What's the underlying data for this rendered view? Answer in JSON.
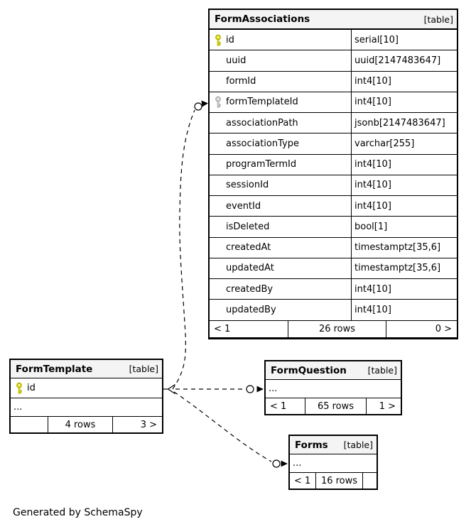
{
  "credit": "Generated by SchemaSpy",
  "colors": {
    "header_bg": "#f4f4f4",
    "border": "#000000",
    "primary_key": "#e3e300",
    "foreign_key": "#d2d2d2"
  },
  "tables": [
    {
      "name": "FormAssociations",
      "type_label": "[table]",
      "columns": [
        {
          "name": "id",
          "type": "serial[10]",
          "icon": "primary-key-icon"
        },
        {
          "name": "uuid",
          "type": "uuid[2147483647]",
          "icon": "blank"
        },
        {
          "name": "formId",
          "type": "int4[10]",
          "icon": "blank"
        },
        {
          "name": "formTemplateId",
          "type": "int4[10]",
          "icon": "foreign-key-icon"
        },
        {
          "name": "associationPath",
          "type": "jsonb[2147483647]",
          "icon": "blank"
        },
        {
          "name": "associationType",
          "type": "varchar[255]",
          "icon": "blank"
        },
        {
          "name": "programTermId",
          "type": "int4[10]",
          "icon": "blank"
        },
        {
          "name": "sessionId",
          "type": "int4[10]",
          "icon": "blank"
        },
        {
          "name": "eventId",
          "type": "int4[10]",
          "icon": "blank"
        },
        {
          "name": "isDeleted",
          "type": "bool[1]",
          "icon": "blank"
        },
        {
          "name": "createdAt",
          "type": "timestamptz[35,6]",
          "icon": "blank"
        },
        {
          "name": "updatedAt",
          "type": "timestamptz[35,6]",
          "icon": "blank"
        },
        {
          "name": "createdBy",
          "type": "int4[10]",
          "icon": "blank"
        },
        {
          "name": "updatedBy",
          "type": "int4[10]",
          "icon": "blank"
        }
      ],
      "footer": {
        "left": "< 1",
        "center": "26 rows",
        "right": "0 >"
      }
    },
    {
      "name": "FormTemplate",
      "type_label": "[table]",
      "columns": [
        {
          "name": "id",
          "type": null,
          "icon": "primary-key-icon"
        },
        {
          "name": "...",
          "type": null,
          "icon": null
        }
      ],
      "footer": {
        "left": "",
        "center": "4 rows",
        "right": "3 >"
      }
    },
    {
      "name": "FormQuestion",
      "type_label": "[table]",
      "columns": [
        {
          "name": "...",
          "type": null,
          "icon": null
        }
      ],
      "footer": {
        "left": "< 1",
        "center": "65 rows",
        "right": "1 >"
      }
    },
    {
      "name": "Forms",
      "type_label": "[table]",
      "columns": [
        {
          "name": "...",
          "type": null,
          "icon": null
        }
      ],
      "footer": {
        "left": "< 1",
        "center": "16 rows",
        "right": ""
      }
    }
  ],
  "edges": [
    {
      "from": "FormTemplate.id",
      "to": "FormAssociations.formTemplateId"
    },
    {
      "from": "FormTemplate.id",
      "to": "FormQuestion"
    },
    {
      "from": "FormTemplate.id",
      "to": "Forms"
    }
  ]
}
